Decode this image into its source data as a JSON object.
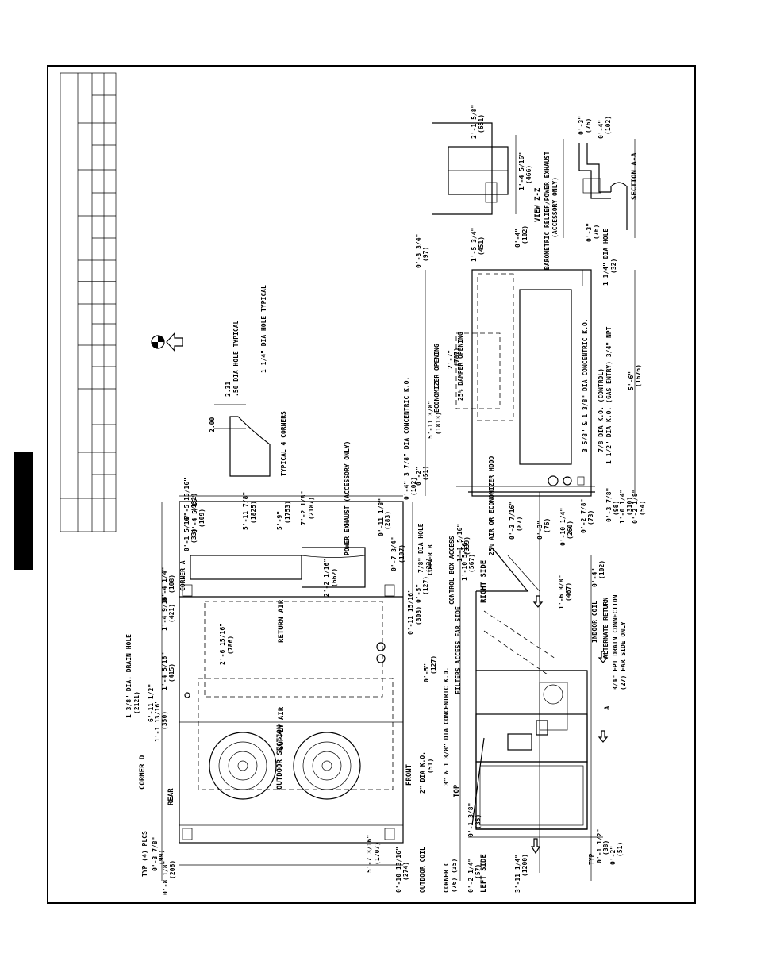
{
  "drawing": {
    "views": {
      "top": "TOP",
      "left_side": "LEFT SIDE",
      "right_side": "RIGHT SIDE",
      "view_z": "VIEW Z-Z",
      "view_z_sub": "BAROMETRIC RELIEF/POWER EXHAUST",
      "view_z_note": "(ACCESSORY ONLY)",
      "section_a": "SECTION A-A",
      "front": "FRONT",
      "rear": "REAR"
    },
    "labels": {
      "corner_a": "CORNER A",
      "corner_b": "CORNER B",
      "corner_c": "CORNER C",
      "corner_d": "CORNER D",
      "outdoor_section": "OUTDOOR SECTION",
      "supply_air": "SUPPLY AIR",
      "return_air": "RETURN AIR",
      "outdoor_coil": "OUTDOOR COIL",
      "indoor_coil": "INDOOR COIL",
      "alternate_return": "ALTERNATE RETURN",
      "drain_conn": "3/4\" FPT DRAIN CONNECTION",
      "drain_conn_mm": "(27) FAR SIDE ONLY",
      "filters": "FILTERS ACCESS FAR SIDE",
      "control_box": "CONTROL BOX ACCESS",
      "econ_hood": "25% AIR OR ECONOMIZER HOOD",
      "power_exhaust": "POWER EXHAUST (ACCESSORY ONLY)",
      "typical_corners": "TYPICAL 4 CORNERS",
      "dia_hole_50": ".50 DIA HOLE TYPICAL",
      "dia_hole_114": "1 1/4\" DIA HOLE TYPICAL",
      "drain_hole": "1 3/8\" DIA. DRAIN HOLE",
      "two_dia_ko": "2\" DIA K.O.",
      "two_dia_mm": "(51)",
      "dia_78_ko": "7/8\" DIA HOLE",
      "dia_78_mm": "(22)",
      "concentric_ko": "3\" & 1 3/8\" DIA CONCENTRIC K.O.",
      "concentric_mm": "(76) (35)",
      "typ_plcs": "TYP (4) PLCS",
      "econ_opening": "ECONOMIZER OPENING",
      "damper_opening": "25% DAMPER OPENING",
      "concentric_ko_2": "3 7/8\" DIA CONCENTRIC K.O.",
      "concentric_ko_3": "3 5/8\" & 1 3/8\" DIA CONCENTRIC K.O.",
      "control_ko": "7/8 DIA K.O. (CONTROL)",
      "gas_entry": "1 1/2\" DIA K.O. (GAS ENTRY) 3/4\" NPT",
      "dia_hole_right": "1 1/4\" DIA HOLE",
      "dia_hole_right_mm": "(32)",
      "section_marker": "A",
      "typ": "TYP"
    },
    "dimensions": {
      "d1": "0'-8 1/8\"",
      "d1mm": "(206)",
      "d2": "0'-3 7/8\"",
      "d2mm": "(99)",
      "d3": "5'-7 3/16\"",
      "d3mm": "(1707)",
      "d4": "0'-10 13/16\"",
      "d4mm": "(274)",
      "d5": "1'-1 13/16\"",
      "d5mm": "(350)",
      "d6": "6'-11 1/2\"",
      "d6mm": "(2121)",
      "d7": "1'-4 5/16\"",
      "d7mm": "(415)",
      "d8": "2'-6 15/16\"",
      "d8mm": "(786)",
      "d9": "1'-4 9/16\"",
      "d9mm": "(421)",
      "d10": "0'-4 1/4\"",
      "d10mm": "(108)",
      "d11": "0'-1 5/16\"",
      "d11mm": "(33)",
      "d12": "0'-4 5/16\"",
      "d12mm": "(109)",
      "d13": "0'-5 15/16\"",
      "d13mm": "(151)",
      "d14": "5'-11 7/8\"",
      "d14mm": "(1825)",
      "d15": "5'-9\"",
      "d15mm": "(1753)",
      "d16": "7'-2 1/8\"",
      "d16mm": "(2187)",
      "d17": "2'-2 1/16\"",
      "d17mm": "(662)",
      "d18": "0'-7 3/4\"",
      "d18mm": "(197)",
      "d19": "0'-11 1/8\"",
      "d19mm": "(283)",
      "d20": "0'-11 15/16\"",
      "d20mm": "(303)",
      "d21": "0'-5\"",
      "d21mm": "(127)",
      "d22": "0'-2 1/4\"",
      "d22mm": "(57)",
      "d23": "3'-11 1/4\"",
      "d23mm": "(1200)",
      "d24": "0'-1 1/2\"",
      "d24mm": "(38)",
      "d25": "0'-2\"",
      "d25mm": "(51)",
      "d26": "1'-10 5/16\"",
      "d26mm": "(567)",
      "d27": "1'-1 5/16\"",
      "d27mm": "(339)",
      "d28": "0'-3 7/16\"",
      "d28mm": "(87)",
      "d29": "1'-6 3/8\"",
      "d29mm": "(467)",
      "d30": "0'-4\"",
      "d30mm": "(102)",
      "d31": "0'-3\"",
      "d31mm": "(76)",
      "d32": "0'-10 1/4\"",
      "d32mm": "(260)",
      "d33": "0'-2 7/8\"",
      "d33mm": "(73)",
      "d34": "0'-3 7/8\"",
      "d34mm": "(98)",
      "d35": "1'-0 1/4\"",
      "d35mm": "(310)",
      "d36": "0'-2 1/8\"",
      "d36mm": "(54)",
      "d37": "5'-11 3/8\"",
      "d37mm": "(1813)",
      "d38": "2'-7\"",
      "d38mm": "(787)",
      "d39": "5'-6\"",
      "d39mm": "(1676)",
      "d40": "0'-3 3/4\"",
      "d40mm": "(97)",
      "d41": "1'-5 3/4\"",
      "d41mm": "(451)",
      "d42": "0'-4\"",
      "d42mm": "(102)",
      "d43": "1'-4 5/16\"",
      "d43mm": "(466)",
      "d44": "2'-1 5/8\"",
      "d44mm": "(651)",
      "d45": "0'-3\"",
      "d45mm": "(76)",
      "d46": "0'-4\"",
      "d46mm": "(102)",
      "d47": "0'-3\"",
      "d47mm": "(76)",
      "d48": "0'-2\"",
      "d48mm": "(51)",
      "d49": "0'-4\"",
      "d49mm": "(102)",
      "d50": "0'-1 3/8\"",
      "d50mm": "(35)",
      "d51": "2.00",
      "d52": "2.31"
    }
  }
}
